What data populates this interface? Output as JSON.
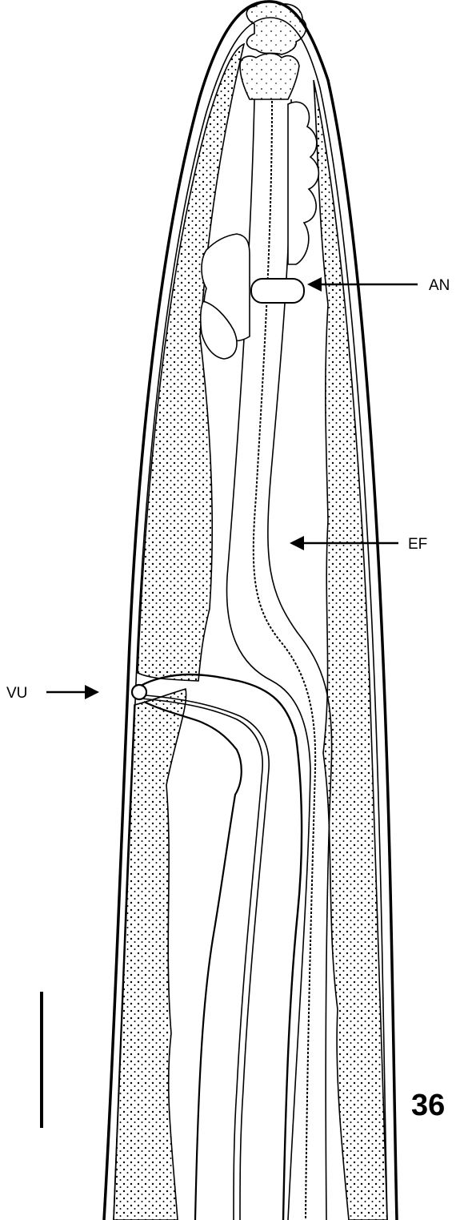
{
  "figure": {
    "number": "36",
    "labels": {
      "an": "AN",
      "ef": "EF",
      "vu": "VU"
    }
  },
  "colors": {
    "ink": "#000000",
    "background": "#ffffff"
  }
}
